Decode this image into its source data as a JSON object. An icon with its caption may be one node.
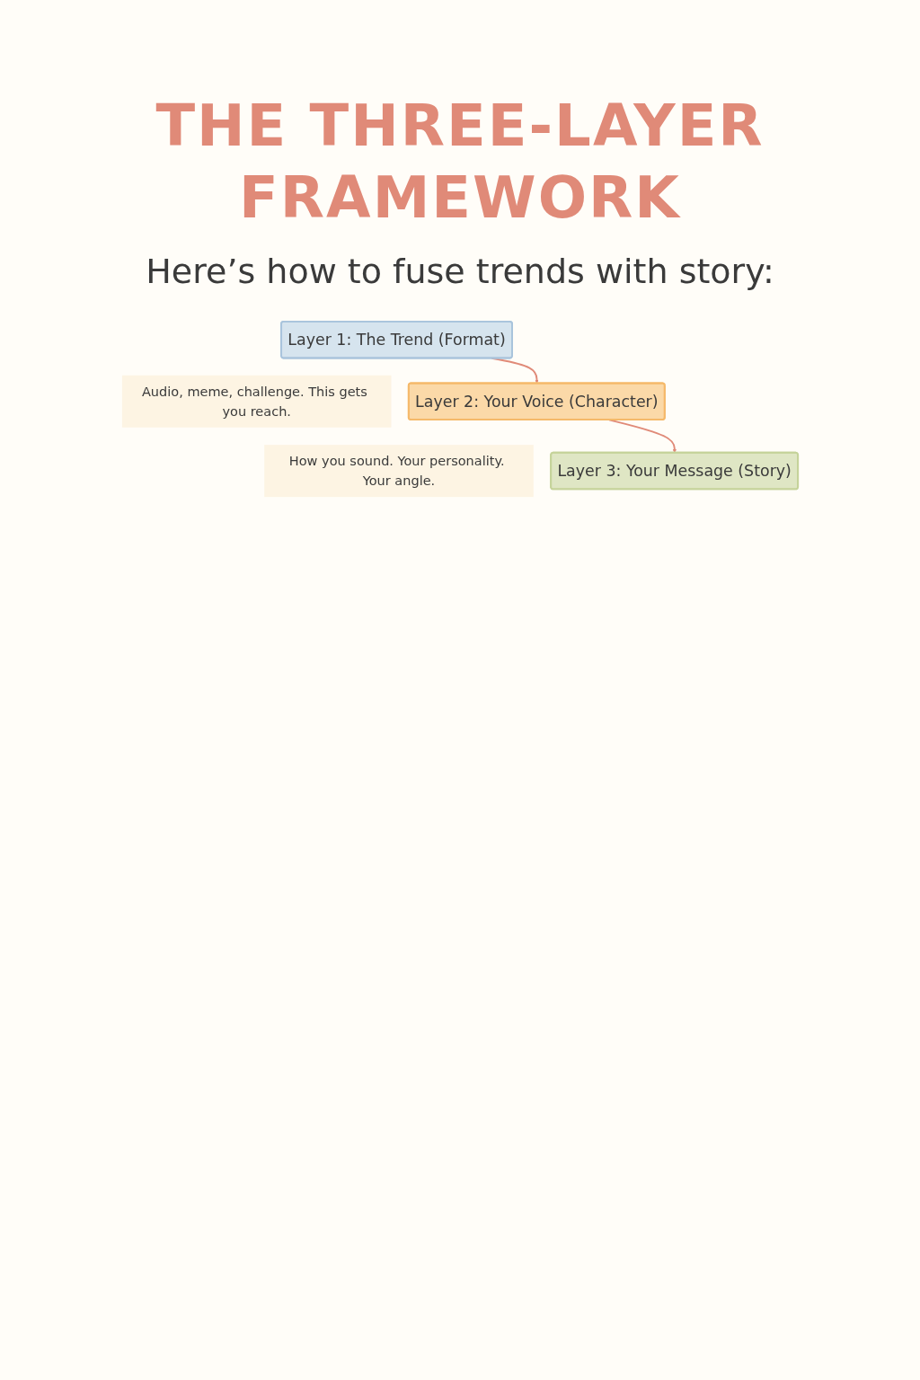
{
  "diagram": {
    "title": "THE THREE-LAYER FRAMEWORK",
    "nodes": [
      {
        "text": [
          "Layer 1: The Trend (Format)"
        ],
        "beside": [
          "Audio, meme, challenge. This gets you reach."
        ]
      },
      {
        "text": [
          "Layer 2: Your Voice (Character)"
        ],
        "beside": [
          "How you sound. Your personality. Your angle."
        ]
      },
      {
        "text": [
          "Layer 3: Your Message (Story)"
        ]
      }
    ],
    "edges": [
      {
        "from": 0,
        "to": 1,
        "arrow": "to"
      },
      {
        "from": 1,
        "to": 2,
        "arrow": "to"
      }
    ],
    "labels": [
      "Here’s how to fuse trends with story:"
    ]
  }
}
